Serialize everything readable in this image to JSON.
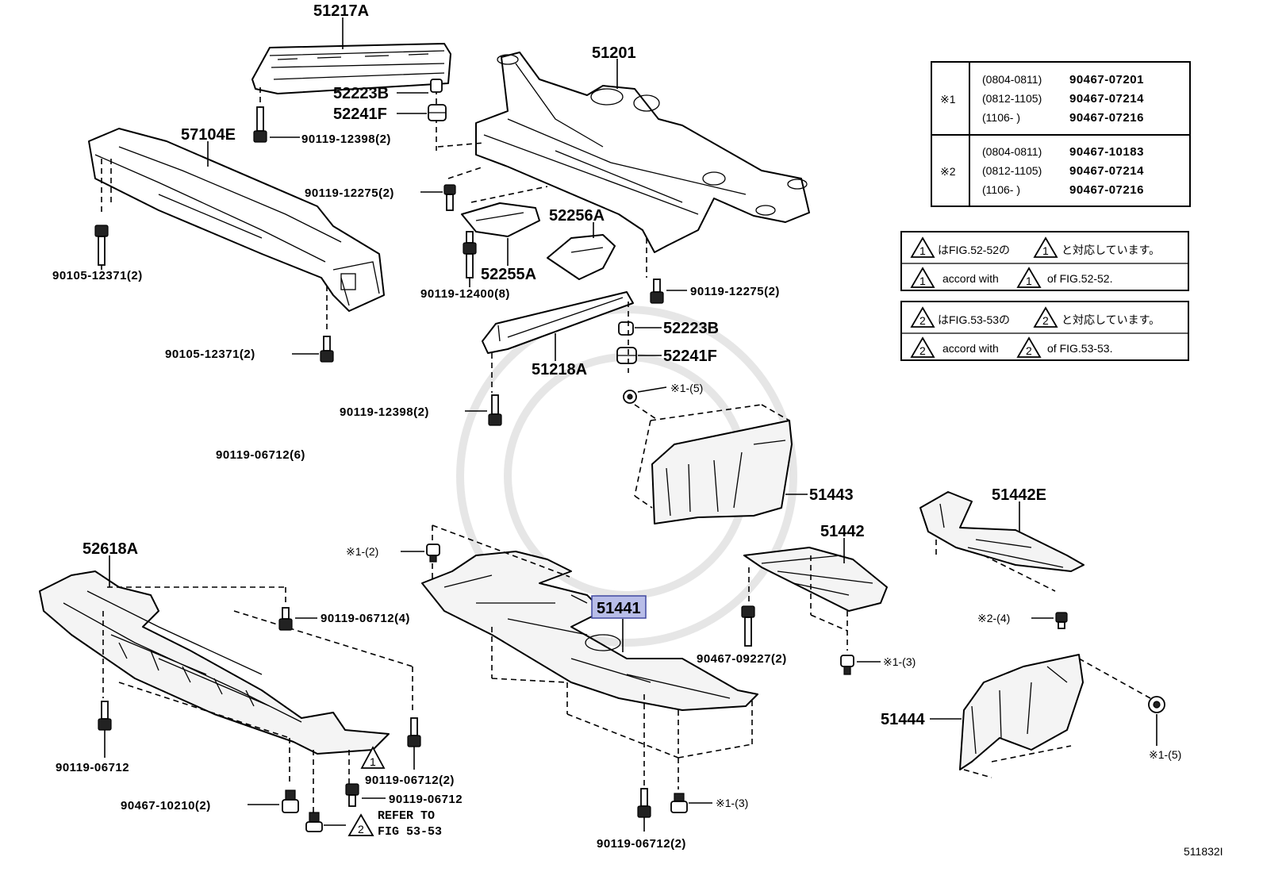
{
  "figure_code": "511832I",
  "labels": {
    "p51217A": "51217A",
    "p51201": "51201",
    "p52223B_top": "52223B",
    "p52241F_top": "52241F",
    "p57104E": "57104E",
    "b90119_12398_top": "90119-12398(2)",
    "b90119_12275_left": "90119-12275(2)",
    "p52256A": "52256A",
    "b90105_12371_a": "90105-12371(2)",
    "p52255A": "52255A",
    "b90119_12400": "90119-12400(8)",
    "b90119_12275_right": "90119-12275(2)",
    "p52223B_mid": "52223B",
    "p51218A": "51218A",
    "p52241F_mid": "52241F",
    "b90105_12371_b": "90105-12371(2)",
    "c1_5_top": "※1-(5)",
    "b90119_12398_mid": "90119-12398(2)",
    "b90119_06712_6": "90119-06712(6)",
    "p51443": "51443",
    "p51442E": "51442E",
    "p51442": "51442",
    "p52618A": "52618A",
    "c1_2": "※1-(2)",
    "p51441": "51441",
    "b90119_06712_4": "90119-06712(4)",
    "c2_4": "※2-(4)",
    "b90467_09227": "90467-09227(2)",
    "c1_3_right": "※1-(3)",
    "p51444": "51444",
    "b90119_06712_left": "90119-06712",
    "c1_5_bottom": "※1-(5)",
    "b90119_06712_2a": "90119-06712(2)",
    "b90119_06712_single": "90119-06712",
    "b90467_10210": "90467-10210(2)",
    "c1_3_bottom": "※1-(3)",
    "refer_line1": "REFER TO",
    "refer_line2": "FIG 53-53",
    "b90119_06712_2b": "90119-06712(2)",
    "tri1": "1",
    "tri2": "2"
  },
  "fastener_table": {
    "groups": [
      {
        "mark": "※1",
        "rows": [
          {
            "range": "(0804-0811)",
            "part": "90467-07201"
          },
          {
            "range": "(0812-1105)",
            "part": "90467-07214"
          },
          {
            "range": "(1106-      )",
            "part": "90467-07216"
          }
        ]
      },
      {
        "mark": "※2",
        "rows": [
          {
            "range": "(0804-0811)",
            "part": "90467-10183"
          },
          {
            "range": "(0812-1105)",
            "part": "90467-07214"
          },
          {
            "range": "(1106-      )",
            "part": "90467-07216"
          }
        ]
      }
    ]
  },
  "notes": [
    {
      "mark": "1",
      "jp_pre": "はFIG.52-52の",
      "jp_post": "と対応しています。",
      "en_pre": "accord with",
      "en_post": "of FIG.52-52."
    },
    {
      "mark": "2",
      "jp_pre": "はFIG.53-53の",
      "jp_post": "と対応しています。",
      "en_pre": "accord with",
      "en_post": "of FIG.53-53."
    }
  ]
}
